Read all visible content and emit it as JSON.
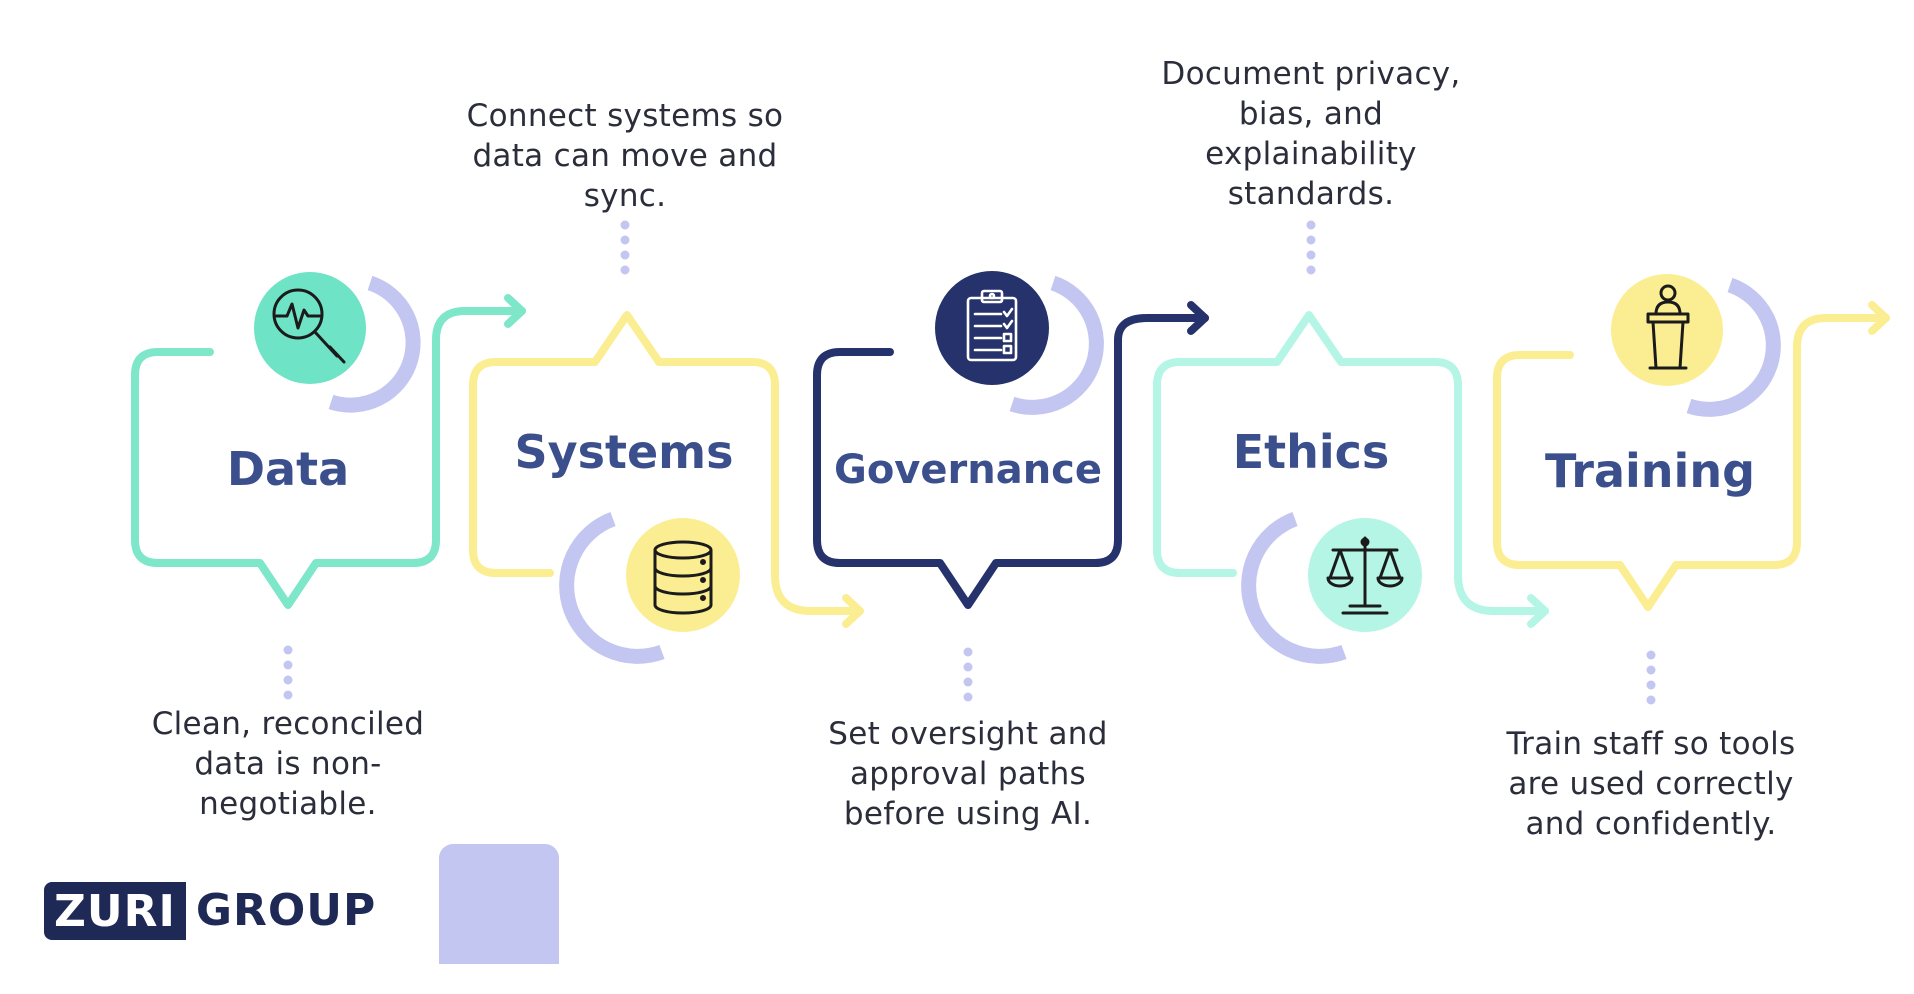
{
  "stages": [
    {
      "title": "Data",
      "description_lines": [
        "Clean, reconciled",
        "data is non-",
        "negotiable."
      ],
      "color": "#7ee6c9",
      "icon": "magnifier-pulse-icon",
      "icon_bg": "#6fe3c6"
    },
    {
      "title": "Systems",
      "description_lines": [
        "Connect systems so",
        "data can move and",
        "sync."
      ],
      "color": "#fbee92",
      "icon": "database-icon",
      "icon_bg": "#fbee92"
    },
    {
      "title": "Governance",
      "description_lines": [
        "Set oversight and",
        "approval paths",
        "before using AI."
      ],
      "color": "#26326b",
      "icon": "clipboard-checklist-icon",
      "icon_bg": "#26326b"
    },
    {
      "title": "Ethics",
      "description_lines": [
        "Document privacy,",
        "bias, and",
        "explainability",
        "standards."
      ],
      "color": "#b5f5e5",
      "icon": "balance-scale-icon",
      "icon_bg": "#b5f5e5"
    },
    {
      "title": "Training",
      "description_lines": [
        "Train staff so tools",
        "are used correctly",
        "and confidently."
      ],
      "color": "#fbee92",
      "icon": "podium-speaker-icon",
      "icon_bg": "#fbee92"
    }
  ],
  "accent_arc_color": "#c3c6f1",
  "dots_color": "#c3c6f1",
  "title_color": "#3b4f8c",
  "logo": {
    "box_text": "ZURI",
    "rest_text": "GROUP",
    "color": "#1e2a55"
  }
}
